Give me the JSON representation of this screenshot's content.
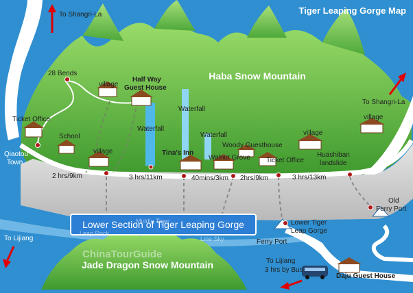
{
  "map": {
    "title": "Tiger Leaping Gorge Map",
    "watermark": "ChinaTourGuide",
    "banner": "Lower Section of Tiger Leaping Gorge",
    "mountains": {
      "haba": "Haba Snow Mountain",
      "jade": "Jade Dragon Snow Mountain"
    },
    "directions": {
      "shangrila_top": "To Shangri-La",
      "shangrila_right": "To Shangri-La",
      "lijiang_left": "To Lijiang",
      "lijiang_bus_1": "To Lijiang",
      "lijiang_bus_2": "3 hrs by Bus"
    },
    "places": {
      "bends": "28 Bends",
      "ticket_office_left": "Ticket Office",
      "qiaotou_1": "Qiaotou",
      "qiaotou_2": "Town",
      "school": "School",
      "village_upper": "village",
      "halfway_1": "Half Way",
      "halfway_2": "Guest House",
      "village_lower": "village",
      "waterfall_1": "Waterfall",
      "waterfall_2": "Waterfall",
      "waterfall_3": "Waterfall",
      "tinas_inn": "Tina's Inn",
      "woody": "Woody Guesthouse",
      "walnut": "Walnut Grove",
      "ticket_office_right": "Ticket Office",
      "village_mid": "village",
      "village_right": "village",
      "huashiban_1": "Huashiban",
      "huashiban_2": "landslide",
      "lower_tiger_1": "Lower Tiger",
      "lower_tiger_2": "Leap Gorge",
      "old_ferry_1": "Old",
      "old_ferry_2": "Ferry Port",
      "ferry_port": "Ferry Port",
      "middle_tiger": "Middle Tiger",
      "leap_rock": "Leap Rock",
      "line_sky": "Line Sky",
      "daju": "Daju Guest House"
    },
    "distances": {
      "d1": "2 hrs/9km",
      "d2": "3 hrs/11km",
      "d3": "40mins/3km",
      "d4": "2hrs/9km",
      "d5": "3 hrs/13km"
    },
    "colors": {
      "water": "#2f8fd0",
      "mountain": "#5db83f",
      "road": "#cfcfcf",
      "marker": "#b01818",
      "arrow": "#e00000",
      "banner": "#2d7fd6"
    }
  }
}
